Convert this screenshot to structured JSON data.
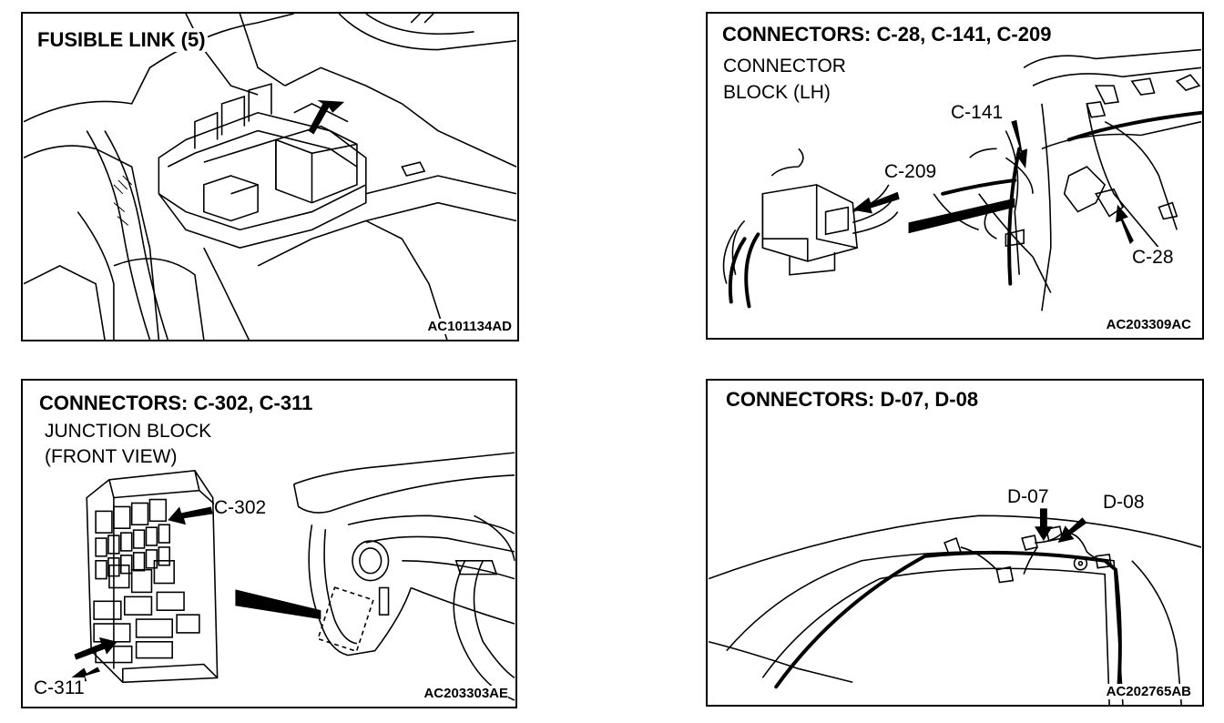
{
  "panels": [
    {
      "title": "FUSIBLE LINK (5)",
      "code": "AC101134AD"
    },
    {
      "title": "CONNECTORS: C-28, C-141, C-209",
      "subtitle": [
        "CONNECTOR",
        "BLOCK (LH)"
      ],
      "labels": {
        "c141": "C-141",
        "c209": "C-209",
        "c28": "C-28"
      },
      "code": "AC203309AC"
    },
    {
      "title": "CONNECTORS: C-302, C-311",
      "subtitle": [
        "JUNCTION BLOCK",
        "(FRONT VIEW)"
      ],
      "labels": {
        "c302": "C-302",
        "c311": "C-311"
      },
      "code": "AC203303AE"
    },
    {
      "title": "CONNECTORS: D-07, D-08",
      "labels": {
        "d07": "D-07",
        "d08": "D-08"
      },
      "code": "AC202765AB"
    }
  ]
}
